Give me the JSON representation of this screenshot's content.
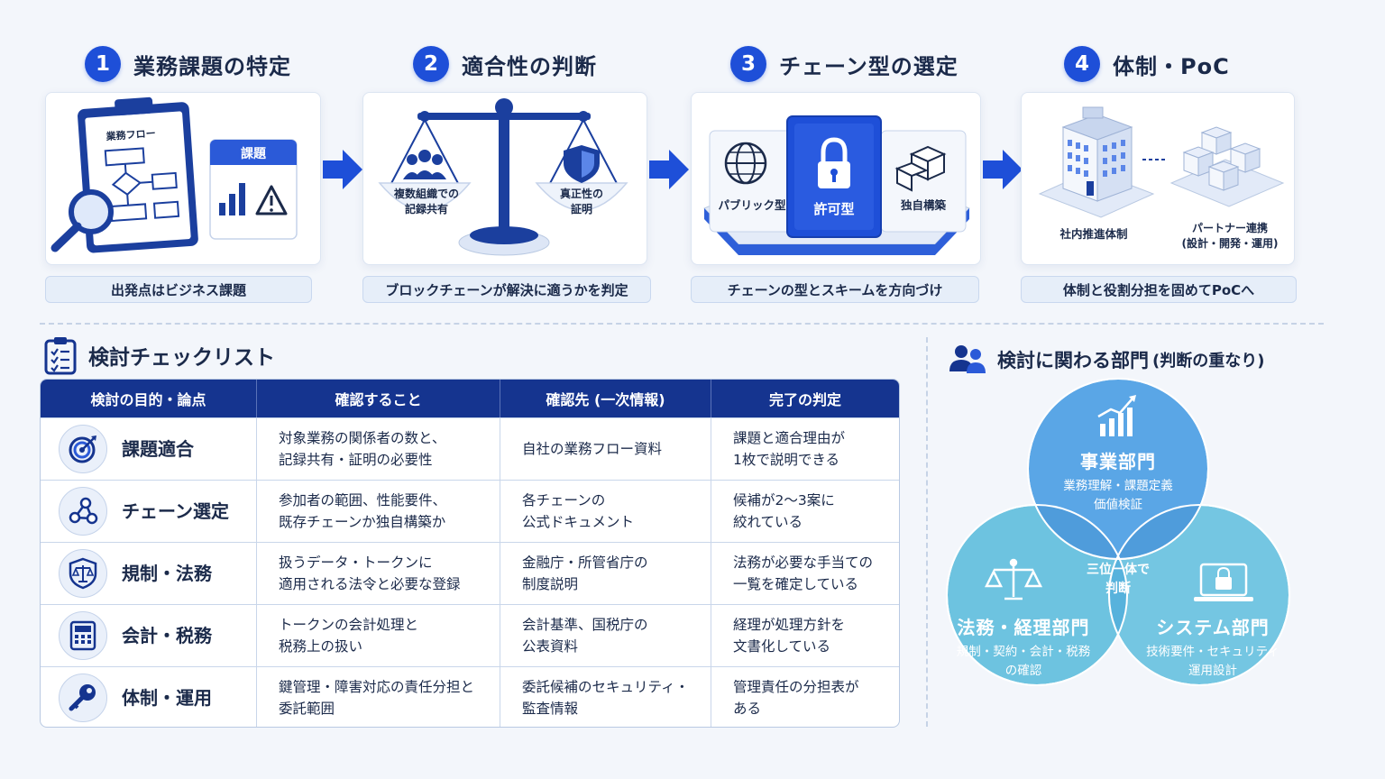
{
  "steps": [
    {
      "num": "1",
      "title": "業務課題の特定",
      "caption": "出発点はビジネス課題"
    },
    {
      "num": "2",
      "title": "適合性の判断",
      "caption": "ブロックチェーンが解決に適うかを判定"
    },
    {
      "num": "3",
      "title": "チェーン型の選定",
      "caption": "チェーンの型とスキームを方向づけ"
    },
    {
      "num": "4",
      "title": "体制・PoC",
      "caption": "体制と役割分担を固めてPoCへ"
    }
  ],
  "card1": {
    "board_label": "業務フロー",
    "badge": "課題"
  },
  "card2": {
    "left_label": "複数組織での\n記録共有",
    "right_label": "真正性の\n証明"
  },
  "card3": {
    "public": "パブリック型",
    "permissioned": "許可型",
    "custom": "独自構築"
  },
  "card4": {
    "internal": "社内推進体制",
    "partner": "パートナー連携\n(設計・開発・運用)"
  },
  "checklist": {
    "title": "検討チェックリスト",
    "headers": [
      "検討の目的・論点",
      "確認すること",
      "確認先 (一次情報)",
      "完了の判定"
    ],
    "rows": [
      {
        "icon": "target-icon",
        "label": "課題適合",
        "check": "対象業務の関係者の数と、\n記録共有・証明の必要性",
        "source": "自社の業務フロー資料",
        "done": "課題と適合理由が\n1枚で説明できる"
      },
      {
        "icon": "network-icon",
        "label": "チェーン選定",
        "check": "参加者の範囲、性能要件、\n既存チェーンか独自構築か",
        "source": "各チェーンの\n公式ドキュメント",
        "done": "候補が2〜3案に\n絞れている"
      },
      {
        "icon": "shield-scale-icon",
        "label": "規制・法務",
        "check": "扱うデータ・トークンに\n適用される法令と必要な登録",
        "source": "金融庁・所管省庁の\n制度説明",
        "done": "法務が必要な手当ての\n一覧を確定している"
      },
      {
        "icon": "calculator-icon",
        "label": "会計・税務",
        "check": "トークンの会計処理と\n税務上の扱い",
        "source": "会計基準、国税庁の\n公表資料",
        "done": "経理が処理方針を\n文書化している"
      },
      {
        "icon": "key-icon",
        "label": "体制・運用",
        "check": "鍵管理・障害対応の責任分担と\n委託範囲",
        "source": "委託候補のセキュリティ・\n監査情報",
        "done": "管理責任の分担表が\nある"
      }
    ]
  },
  "departments": {
    "title": "検討に関わる部門",
    "subtitle": "(判断の重なり)",
    "business": {
      "name": "事業部門",
      "desc": "業務理解・課題定義\n価値検証"
    },
    "legal": {
      "name": "法務・経理部門",
      "desc": "規制・契約・会計・税務\nの確認"
    },
    "system": {
      "name": "システム部門",
      "desc": "技術要件・セキュリティ\n運用設計"
    },
    "center": "三位一体で\n判断"
  },
  "colors": {
    "primary": "#1e4fd8",
    "navy": "#15348f",
    "venn_top": "#5aa6e6",
    "venn_bottom": "#6dc3e0",
    "venn_center": "#1d4fc6"
  }
}
